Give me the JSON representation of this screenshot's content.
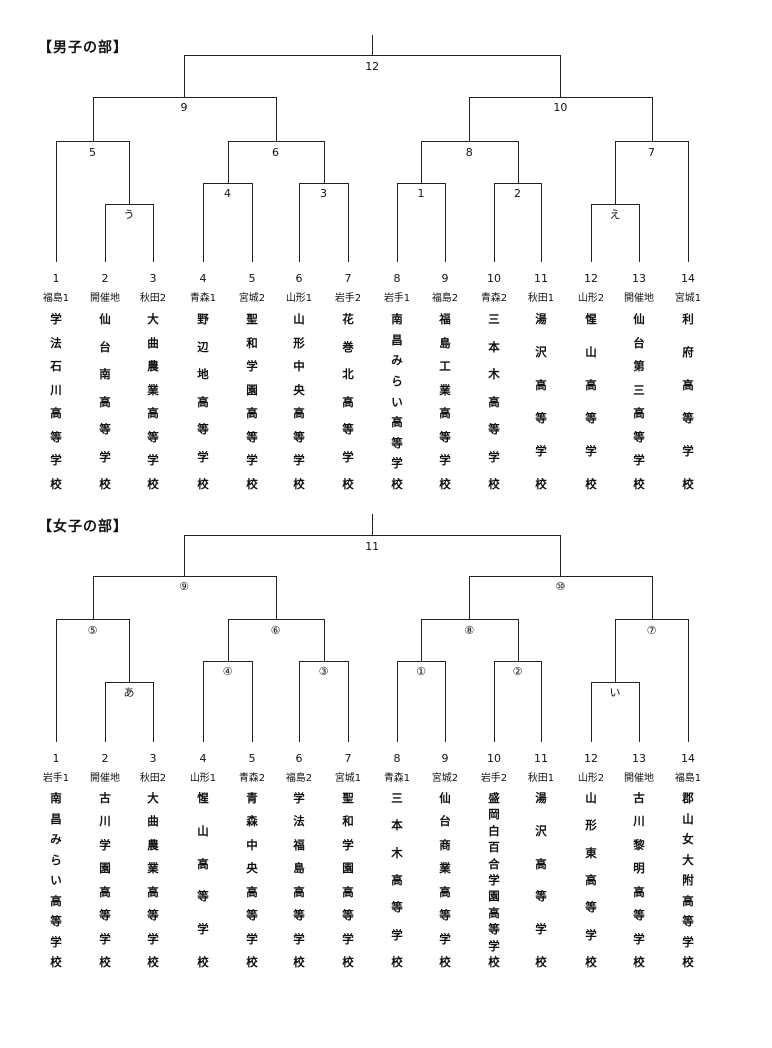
{
  "sections": [
    {
      "heading": "【男子の部】",
      "matches": {
        "final": "12",
        "sf_left": "9",
        "sf_right": "10",
        "qf1": "5",
        "qf2": "6",
        "qf3": "8",
        "qf4": "7",
        "r1_a": "う",
        "r1_b": "4",
        "r1_c": "3",
        "r1_d": "1",
        "r1_e": "2",
        "r1_f": "え"
      },
      "teams": [
        {
          "seed": "1",
          "pref": "福島1",
          "school": "学法石川高等学校"
        },
        {
          "seed": "2",
          "pref": "開催地",
          "school": "仙台南高等学校"
        },
        {
          "seed": "3",
          "pref": "秋田2",
          "school": "大曲農業高等学校"
        },
        {
          "seed": "4",
          "pref": "青森1",
          "school": "野辺地高等学校"
        },
        {
          "seed": "5",
          "pref": "宮城2",
          "school": "聖和学園高等学校"
        },
        {
          "seed": "6",
          "pref": "山形1",
          "school": "山形中央高等学校"
        },
        {
          "seed": "7",
          "pref": "岩手2",
          "school": "花巻北高等学校"
        },
        {
          "seed": "8",
          "pref": "岩手1",
          "school": "南昌みらい高等学校"
        },
        {
          "seed": "9",
          "pref": "福島2",
          "school": "福島工業高等学校"
        },
        {
          "seed": "10",
          "pref": "青森2",
          "school": "三本木高等学校"
        },
        {
          "seed": "11",
          "pref": "秋田1",
          "school": "湯沢高等学校"
        },
        {
          "seed": "12",
          "pref": "山形2",
          "school": "惺山高等学校"
        },
        {
          "seed": "13",
          "pref": "開催地",
          "school": "仙台第三高等学校"
        },
        {
          "seed": "14",
          "pref": "宮城1",
          "school": "利府高等学校"
        }
      ]
    },
    {
      "heading": "【女子の部】",
      "matches": {
        "final": "11",
        "sf_left": "⑨",
        "sf_right": "⑩",
        "qf1": "⑤",
        "qf2": "⑥",
        "qf3": "⑧",
        "qf4": "⑦",
        "r1_a": "あ",
        "r1_b": "④",
        "r1_c": "③",
        "r1_d": "①",
        "r1_e": "②",
        "r1_f": "い"
      },
      "teams": [
        {
          "seed": "1",
          "pref": "岩手1",
          "school": "南昌みらい高等学校"
        },
        {
          "seed": "2",
          "pref": "開催地",
          "school": "古川学園高等学校"
        },
        {
          "seed": "3",
          "pref": "秋田2",
          "school": "大曲農業高等学校"
        },
        {
          "seed": "4",
          "pref": "山形1",
          "school": "惺山高等学校"
        },
        {
          "seed": "5",
          "pref": "青森2",
          "school": "青森中央高等学校"
        },
        {
          "seed": "6",
          "pref": "福島2",
          "school": "学法福島高等学校"
        },
        {
          "seed": "7",
          "pref": "宮城1",
          "school": "聖和学園高等学校"
        },
        {
          "seed": "8",
          "pref": "青森1",
          "school": "三本木高等学校"
        },
        {
          "seed": "9",
          "pref": "宮城2",
          "school": "仙台商業高等学校"
        },
        {
          "seed": "10",
          "pref": "岩手2",
          "school": "盛岡白百合学園高等学校"
        },
        {
          "seed": "11",
          "pref": "秋田1",
          "school": "湯沢高等学校"
        },
        {
          "seed": "12",
          "pref": "山形2",
          "school": "山形東高等学校"
        },
        {
          "seed": "13",
          "pref": "開催地",
          "school": "古川黎明高等学校"
        },
        {
          "seed": "14",
          "pref": "福島1",
          "school": "郡山女大附高等学校"
        }
      ]
    }
  ]
}
